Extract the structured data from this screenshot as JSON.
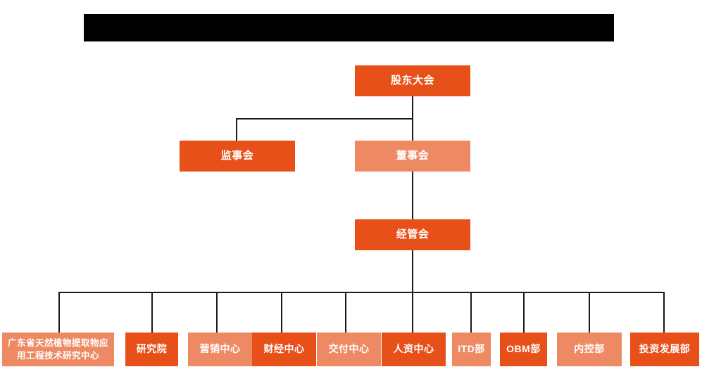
{
  "diagram": {
    "type": "organization-chart",
    "title_banner": {
      "name": "redacted-title-bar",
      "text": "",
      "color": "#000000"
    },
    "colors": {
      "dark_orange": "#E8501A",
      "light_orange": "#ED8A64",
      "line": "#1A1A1A",
      "text": "#FFFFFF",
      "background": "#FFFFFF"
    },
    "levels": {
      "level1": [
        {
          "id": "shareholders",
          "label": "股东大会",
          "style": "dark"
        }
      ],
      "level2": [
        {
          "id": "supervisors",
          "label": "监事会",
          "style": "dark"
        },
        {
          "id": "directors",
          "label": "董事会",
          "style": "light"
        }
      ],
      "level3": [
        {
          "id": "management",
          "label": "经管会",
          "style": "dark"
        }
      ],
      "level4": [
        {
          "id": "research-center",
          "label": "广东省天然植物提取物应\n用工程技术研究中心",
          "line1": "广东省天然植物提取物应",
          "line2": "用工程技术研究中心",
          "style": "light"
        },
        {
          "id": "institute",
          "label": "研究院",
          "style": "dark"
        },
        {
          "id": "marketing-center",
          "label": "营销中心",
          "style": "light"
        },
        {
          "id": "finance-center",
          "label": "财经中心",
          "style": "dark"
        },
        {
          "id": "delivery-center",
          "label": "交付中心",
          "style": "light"
        },
        {
          "id": "hr-center",
          "label": "人资中心",
          "style": "dark"
        },
        {
          "id": "itd-dept",
          "label": "ITD部",
          "style": "light"
        },
        {
          "id": "obm-dept",
          "label": "OBM部",
          "style": "dark"
        },
        {
          "id": "internal-control-dept",
          "label": "内控部",
          "style": "light"
        },
        {
          "id": "investment-development-dept",
          "label": "投资发展部",
          "style": "dark"
        }
      ]
    }
  }
}
